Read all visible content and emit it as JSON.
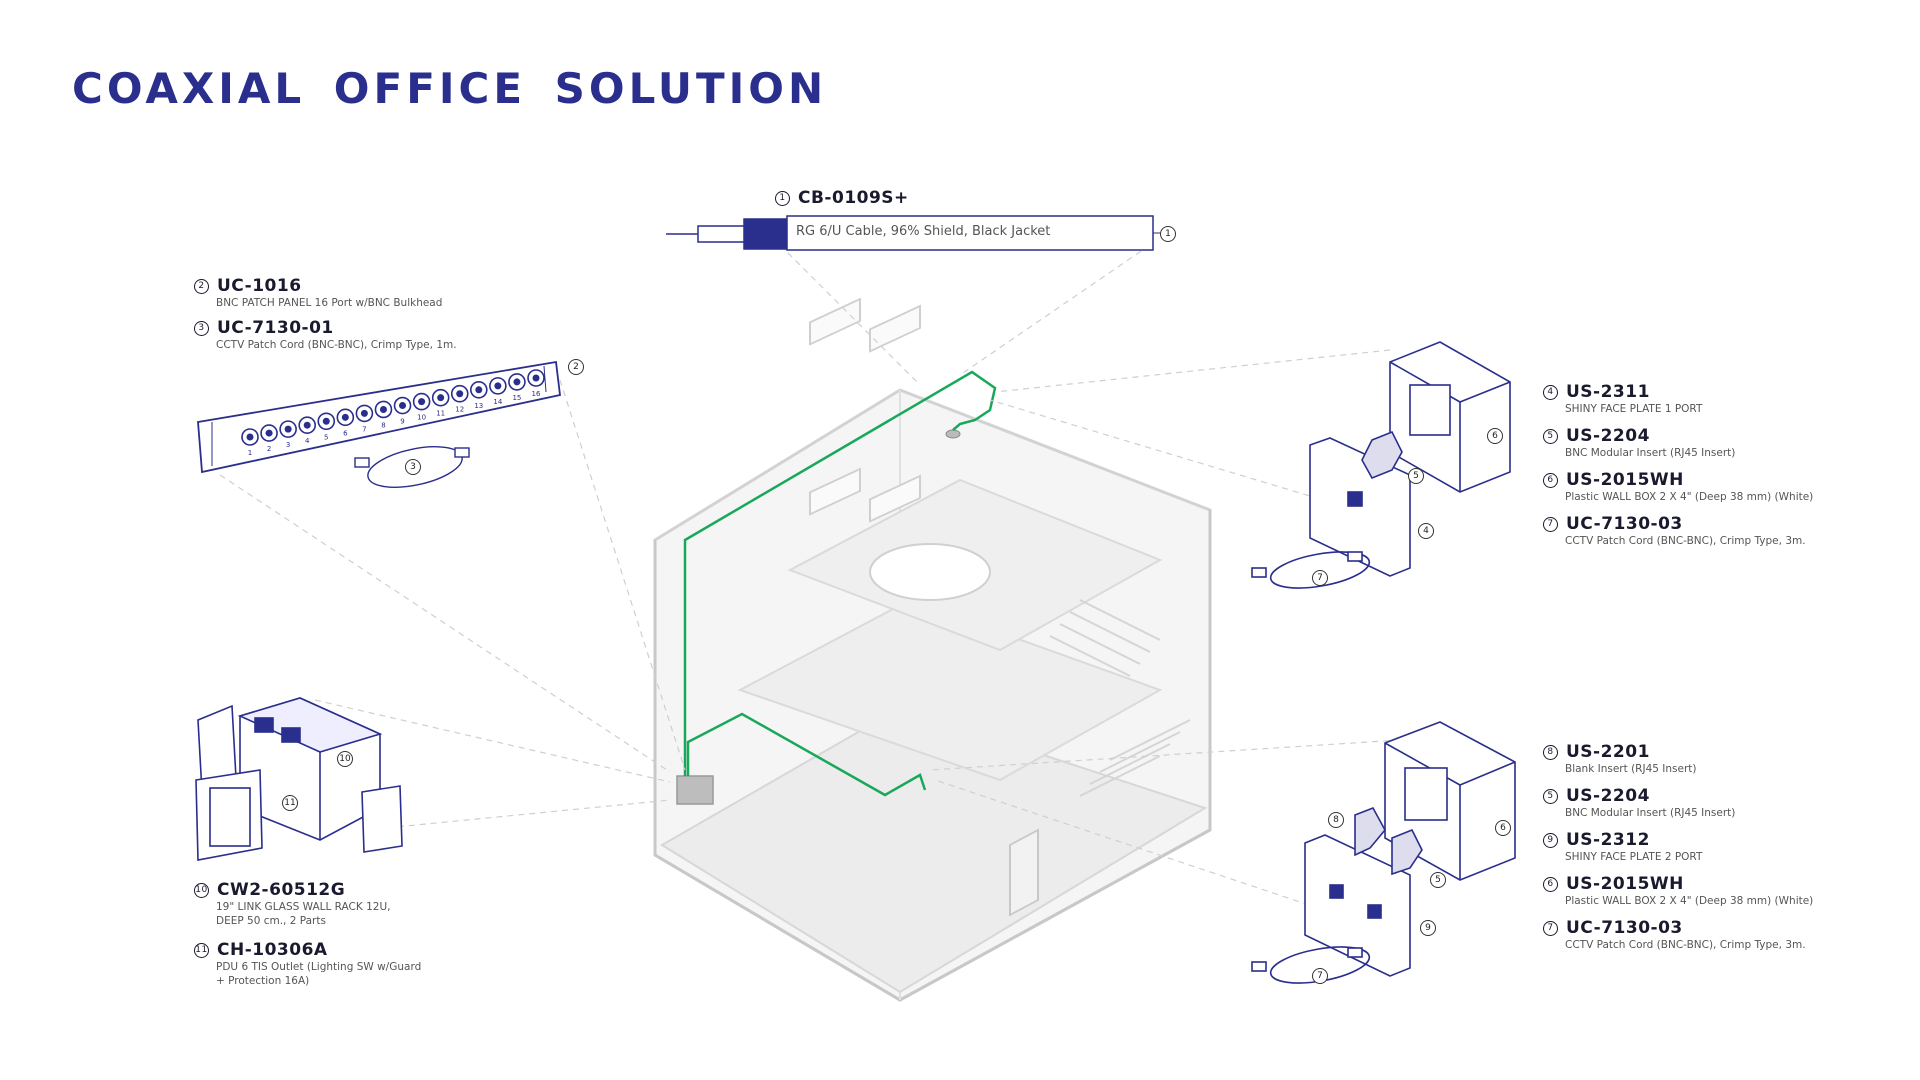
{
  "title": "COAXIAL  OFFICE  SOLUTION",
  "colors": {
    "title": "#2a2e8c",
    "product_line": "#2a2e8c",
    "cable_route": "#19a85a",
    "building": "#c9c9c9"
  },
  "cable": {
    "num": "1",
    "code": "CB-0109S+",
    "desc": "RG 6/U Cable, 96% Shield, Black Jacket",
    "badge": "1"
  },
  "patch_panel": {
    "items": [
      {
        "num": "2",
        "code": "UC-1016",
        "desc": "BNC PATCH PANEL 16 Port w/BNC Bulkhead"
      },
      {
        "num": "3",
        "code": "UC-7130-01",
        "desc": "CCTV Patch Cord (BNC-BNC), Crimp Type, 1m."
      }
    ],
    "badges": [
      "2",
      "3"
    ],
    "port_numbers": [
      "1",
      "2",
      "3",
      "4",
      "5",
      "6",
      "7",
      "8",
      "9",
      "10",
      "11",
      "12",
      "13",
      "14",
      "15",
      "16"
    ]
  },
  "rack": {
    "items": [
      {
        "num": "10",
        "code": "CW2-60512G",
        "desc1": "19\" LINK GLASS WALL RACK 12U,",
        "desc2": "DEEP 50 cm., 2 Parts"
      },
      {
        "num": "11",
        "code": "CH-10306A",
        "desc1": "PDU 6 TIS Outlet (Lighting SW w/Guard",
        "desc2": "+ Protection 16A)"
      }
    ],
    "badges": [
      "10",
      "11"
    ]
  },
  "outlet_1": {
    "items": [
      {
        "num": "4",
        "code": "US-2311",
        "desc": "SHINY FACE PLATE 1 PORT"
      },
      {
        "num": "5",
        "code": "US-2204",
        "desc": "BNC Modular Insert (RJ45 Insert)"
      },
      {
        "num": "6",
        "code": "US-2015WH",
        "desc": "Plastic WALL BOX 2 X 4\" (Deep 38 mm) (White)"
      },
      {
        "num": "7",
        "code": "UC-7130-03",
        "desc": "CCTV Patch Cord (BNC-BNC), Crimp Type, 3m."
      }
    ],
    "badges": [
      "6",
      "5",
      "4",
      "7"
    ]
  },
  "outlet_2": {
    "items": [
      {
        "num": "8",
        "code": "US-2201",
        "desc": "Blank Insert (RJ45 Insert)"
      },
      {
        "num": "5",
        "code": "US-2204",
        "desc": "BNC Modular Insert (RJ45 Insert)"
      },
      {
        "num": "9",
        "code": "US-2312",
        "desc": "SHINY FACE PLATE 2 PORT"
      },
      {
        "num": "6",
        "code": "US-2015WH",
        "desc": "Plastic WALL BOX 2 X 4\" (Deep 38 mm) (White)"
      },
      {
        "num": "7",
        "code": "UC-7130-03",
        "desc": "CCTV Patch Cord (BNC-BNC), Crimp Type, 3m."
      }
    ],
    "badges": [
      "8",
      "6",
      "5",
      "9",
      "7"
    ]
  }
}
